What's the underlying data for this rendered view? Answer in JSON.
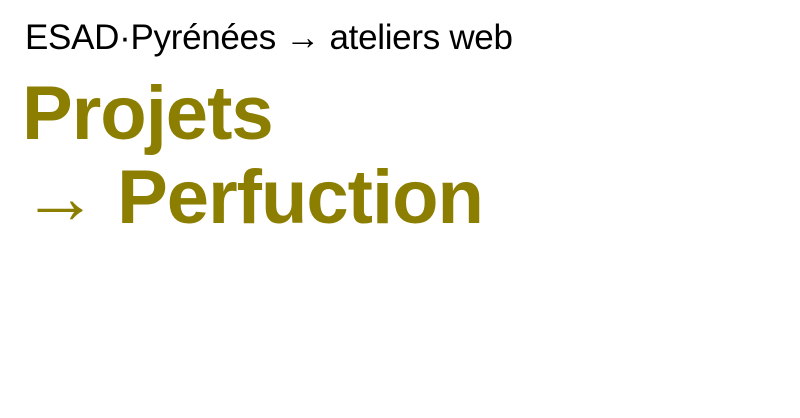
{
  "header": {
    "kicker": "ESAD·Pyrénées → ateliers web"
  },
  "title": {
    "line1": "Projets",
    "line2": "→ Perfuction"
  },
  "colors": {
    "accent": "#8c7e00",
    "text": "#000000",
    "background": "#ffffff"
  }
}
